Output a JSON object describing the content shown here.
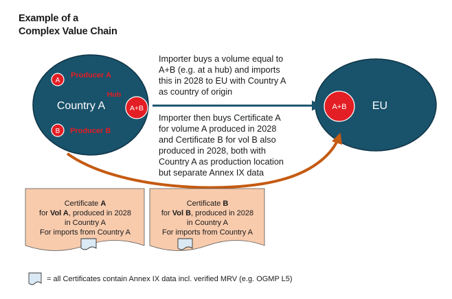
{
  "title_line1": "Example of a",
  "title_line2": "Complex Value Chain",
  "country": {
    "name": "Country A",
    "producer_a_badge": "A",
    "producer_a_label": "Producer A",
    "producer_b_badge": "B",
    "producer_b_label": "Producer B",
    "hub_label": "Hub",
    "hub_badge": "A+B"
  },
  "eu": {
    "name": "EU",
    "badge": "A+B"
  },
  "text_import": "Importer buys a volume equal to\nA+B (e.g. at a hub) and imports\nthis in 2028 to EU with Country A\nas country of origin",
  "text_certificates": "Importer then buys Certificate A\nfor volume A produced in 2028\nand Certificate B for vol B also\nproduced in 2028, both  with\nCountry A as production location\nbut separate Annex IX data",
  "certificate_a": {
    "line1_prefix": "Certificate ",
    "line1_bold": "A",
    "line2_prefix": "for ",
    "line2_bold": "Vol A",
    "line2_suffix": ", produced in 2028",
    "line3": "in Country A",
    "line4": "For imports from Country A"
  },
  "certificate_b": {
    "line1_prefix": "Certificate ",
    "line1_bold": "B",
    "line2_prefix": "for ",
    "line2_bold": "Vol B",
    "line2_suffix": ", produced in 2028",
    "line3": "in Country A",
    "line4": "For imports from Country A"
  },
  "legend": "= all Certificates contain Annex IX data incl. verified MRV (e.g. OGMP L5)",
  "colors": {
    "ellipse_fill": "#19526b",
    "red": "#e31e24",
    "orange_arrow": "#c55a11",
    "certificate_fill": "#f8cbad",
    "document_icon_fill": "#dbe9f4"
  }
}
